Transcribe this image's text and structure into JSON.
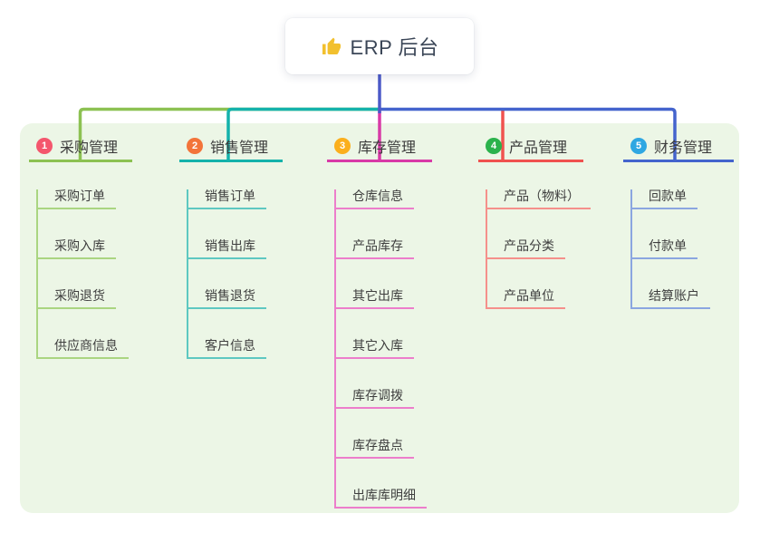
{
  "root": {
    "title": "ERP 后台",
    "icon": "thumbs-up-icon",
    "icon_color": "#f2c02e",
    "connector_color": "#4c5ac8"
  },
  "panel": {
    "background": "#ecf6e6"
  },
  "branches": [
    {
      "index": "1",
      "title": "采购管理",
      "badge_color": "#f4566d",
      "line_color": "#8cc152",
      "child_line_color": "#aad581",
      "children": [
        "采购订单",
        "采购入库",
        "采购退货",
        "供应商信息"
      ]
    },
    {
      "index": "2",
      "title": "销售管理",
      "badge_color": "#f3743a",
      "line_color": "#14b2ab",
      "child_line_color": "#5ec8c1",
      "children": [
        "销售订单",
        "销售出库",
        "销售退货",
        "客户信息"
      ]
    },
    {
      "index": "3",
      "title": "库存管理",
      "badge_color": "#fbaf1c",
      "line_color": "#d83aa7",
      "child_line_color": "#ec7ecb",
      "children": [
        "仓库信息",
        "产品库存",
        "其它出库",
        "其它入库",
        "库存调拨",
        "库存盘点",
        "出库库明细"
      ]
    },
    {
      "index": "4",
      "title": "产品管理",
      "badge_color": "#2bb24c",
      "line_color": "#f0524f",
      "child_line_color": "#f5908b",
      "children": [
        "产品（物料）",
        "产品分类",
        "产品单位"
      ]
    },
    {
      "index": "5",
      "title": "财务管理",
      "badge_color": "#2ea7e2",
      "line_color": "#4464cd",
      "child_line_color": "#8ba6e0",
      "children": [
        "回款单",
        "付款单",
        "结算账户"
      ]
    }
  ]
}
